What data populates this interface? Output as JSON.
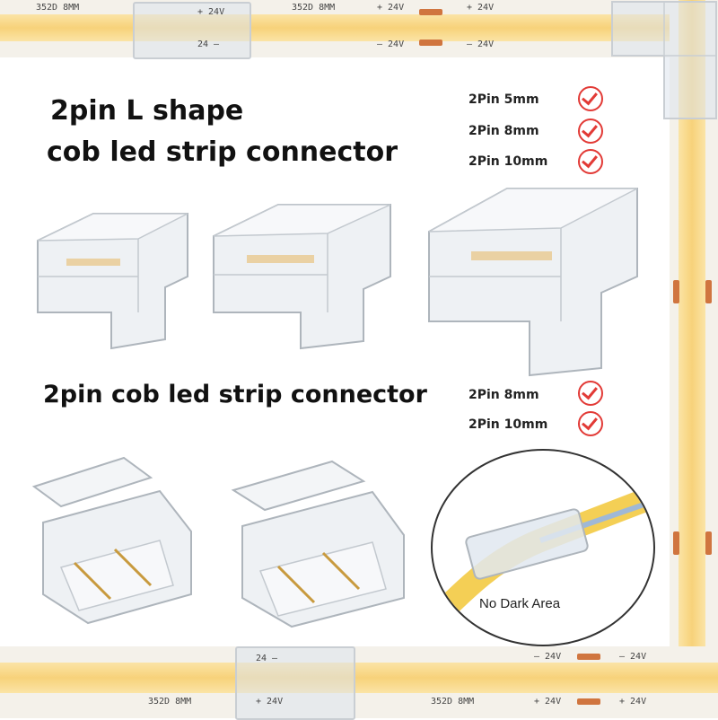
{
  "heading_l_shape": {
    "line1": "2pin L shape",
    "line2": "cob led strip connector",
    "options": [
      "2Pin 5mm",
      "2Pin 8mm",
      "2Pin 10mm"
    ]
  },
  "heading_straight": {
    "line1": "2pin cob led strip connector",
    "options": [
      "2Pin 8mm",
      "2Pin 10mm"
    ]
  },
  "inset": {
    "caption": "No Dark Area"
  },
  "strip_print": {
    "model": "352D 8MM",
    "plus": "+ 24V",
    "minus": "— 24V",
    "clip_plus": "+ 24V",
    "clip_minus": "24 —"
  },
  "colors": {
    "check": "#e23a36",
    "cob": "#f7d27a",
    "pad": "#d0753f"
  },
  "icons": [
    "check-icon"
  ]
}
